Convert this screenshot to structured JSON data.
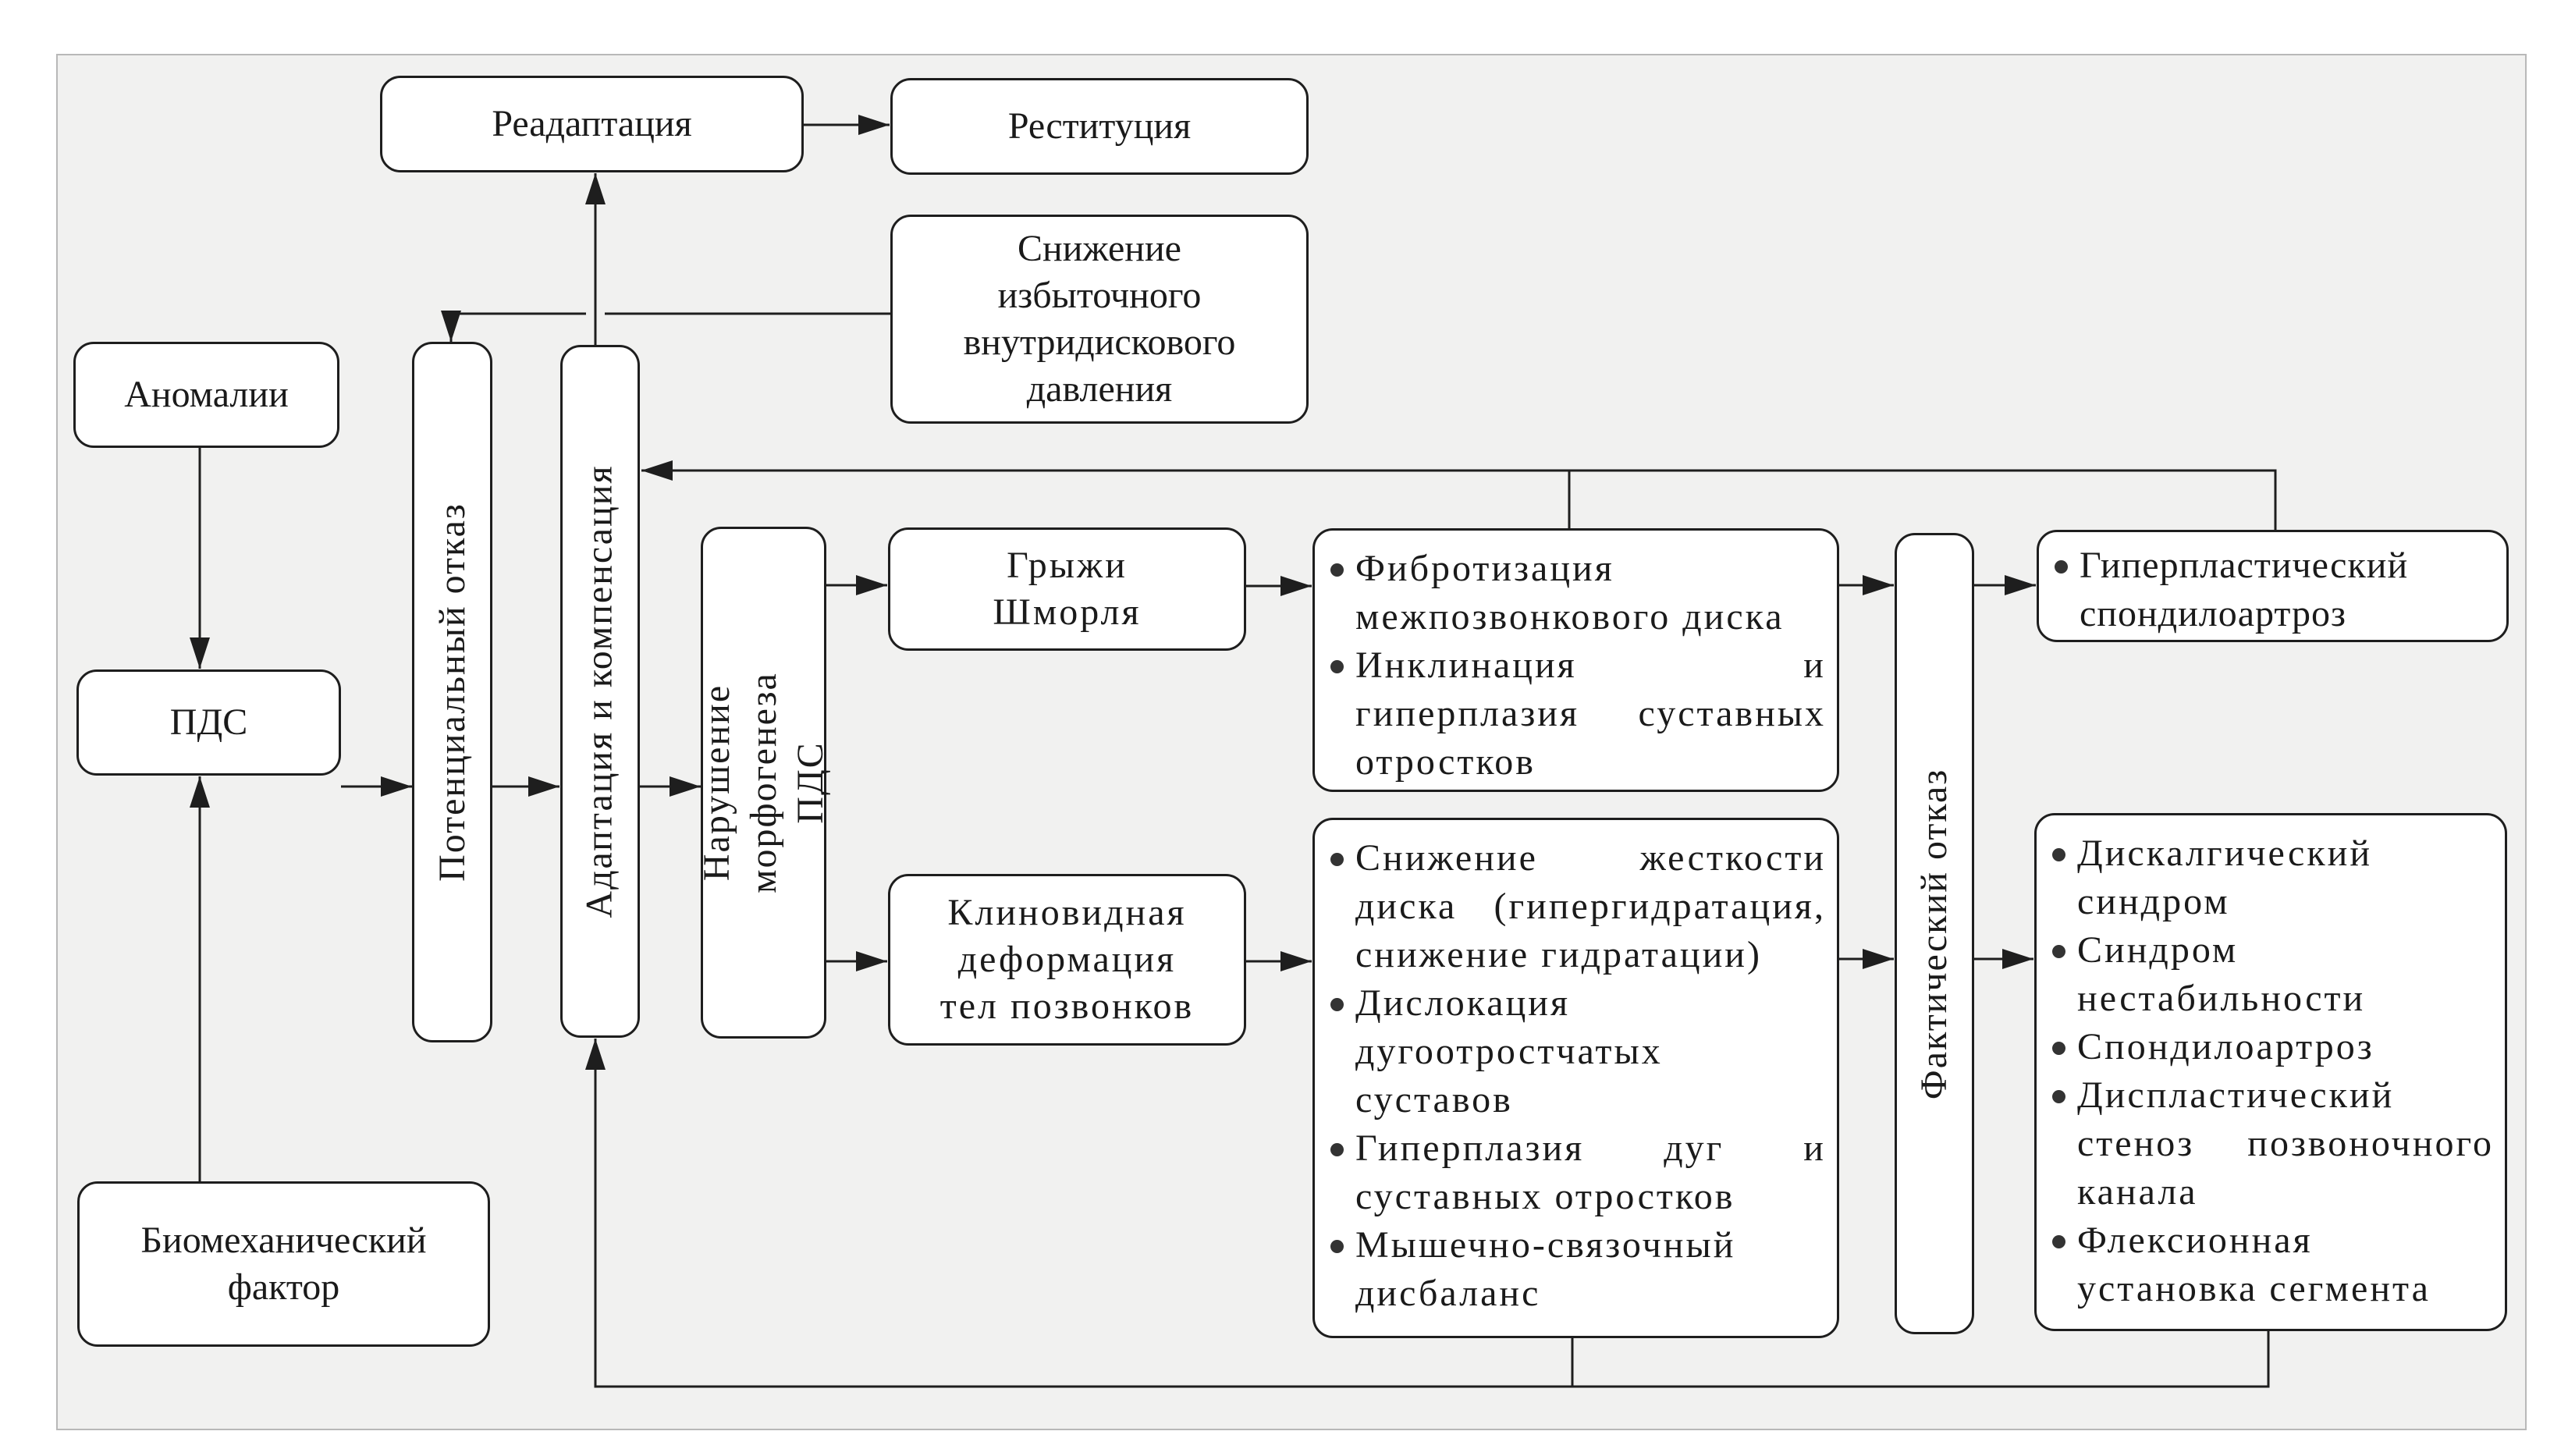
{
  "diagram": {
    "readaptation": "Реадаптация",
    "restitution": "Реституция",
    "pressure_reduction": "Снижение\nизбыточного\nвнутридискового\nдавления",
    "anomalies": "Аномалии",
    "pds": "ПДС",
    "biomech": "Биомеханический\nфактор",
    "potential_failure": "Потенциальный отказ",
    "adaptation": "Адаптация и компенсация",
    "morphogenesis": "Нарушение\nморфогенеза ПДС",
    "schmorl": "Грыжи\nШморля",
    "wedge": "Клиновидная\nдеформация\nтел позвонков",
    "actual_failure": "Фактический отказ",
    "upper_changes": [
      "Фибротизация межпозвонкового диска",
      "Инклинация и гиперплазия суставных отростков"
    ],
    "lower_changes": [
      "Снижение жесткости диска (гипергидратация, снижение гидратации)",
      "Дислокация дугоотростчатых суставов",
      "Гиперплазия дуг и суставных отростков",
      "Мышечно-связочный дисбаланс"
    ],
    "upper_outcomes": [
      "Гиперпластический спондилоартроз"
    ],
    "lower_outcomes": [
      "Дискалгический синдром",
      "Синдром нестабильности",
      "Спондилоартроз",
      "Диспластический стеноз позвоночного канала",
      "Флексионная установка сегмента"
    ]
  }
}
